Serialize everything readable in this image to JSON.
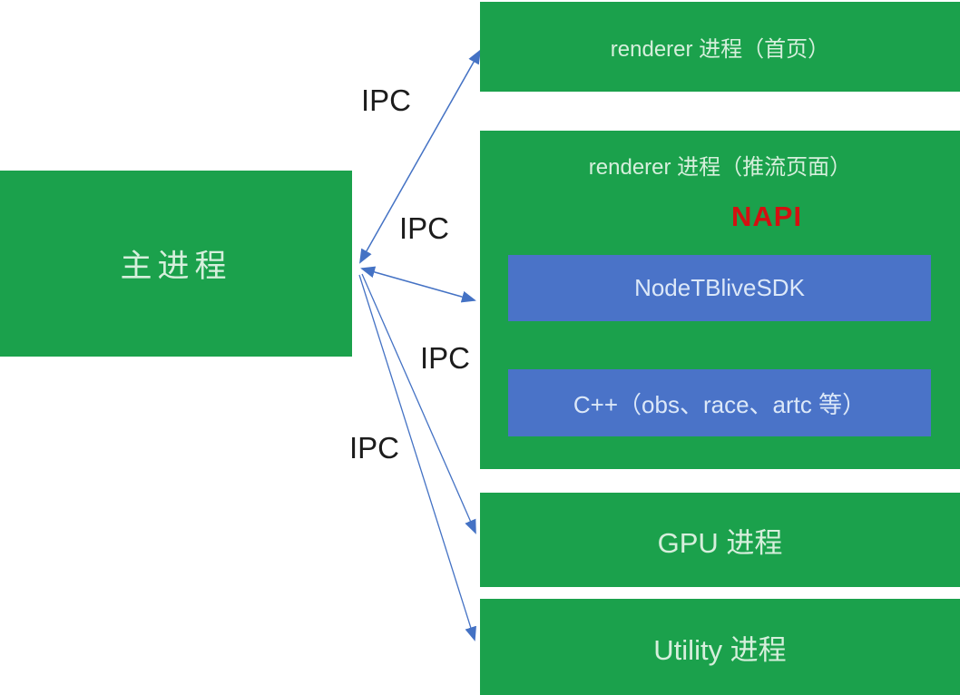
{
  "diagram": {
    "nodes": {
      "main": "主进程",
      "renderer_home": "renderer 进程（首页）",
      "renderer_push": "renderer 进程（推流页面）",
      "node_sdk": "NodeTBliveSDK",
      "cpp": "C++（obs、race、artc 等）",
      "gpu": "GPU 进程",
      "utility": "Utility 进程"
    },
    "edge_labels": {
      "napi": "NAPI",
      "ipc_renderer_home": "IPC",
      "ipc_renderer_push": "IPC",
      "ipc_gpu": "IPC",
      "ipc_utility": "IPC"
    },
    "colors": {
      "process_box_green": "#1ba14c",
      "module_box_blue": "#4a73c8",
      "arrow_blue": "#4472c4",
      "vertical_arrow_blue": "#5b7fd4",
      "napi_red": "#d31011",
      "text_on_green": "#d6efdc",
      "text_on_blue": "#dce8f8",
      "ipc_text": "#1c1c1c",
      "background": "#ffffff"
    }
  }
}
